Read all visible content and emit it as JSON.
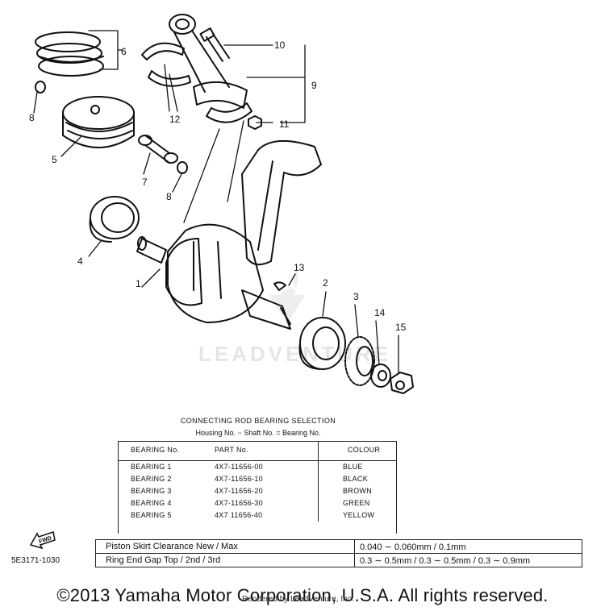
{
  "diagram": {
    "watermark": "LEADVENTURE",
    "callouts": [
      "1",
      "2",
      "3",
      "4",
      "5",
      "6",
      "7",
      "8",
      "8",
      "9",
      "10",
      "11",
      "12",
      "13",
      "14",
      "15"
    ]
  },
  "bearing_selection": {
    "title": "CONNECTING ROD BEARING SELECTION",
    "subtitle": "Housing No. − Shaft No. = Bearing No.",
    "headers": [
      "BEARING No.",
      "PART No.",
      "COLOUR"
    ],
    "rows": [
      {
        "bearing": "BEARING  1",
        "part": "4X7-11656-00",
        "colour": "BLUE"
      },
      {
        "bearing": "BEARING  2",
        "part": "4X7-11656-10",
        "colour": "BLACK"
      },
      {
        "bearing": "BEARING  3",
        "part": "4X7-11656-20",
        "colour": "BROWN"
      },
      {
        "bearing": "BEARING  4",
        "part": "4X7-11656-30",
        "colour": "GREEN"
      },
      {
        "bearing": "BEARING  5",
        "part": "4X7 11656-40",
        "colour": "YELLOW"
      }
    ]
  },
  "specs": [
    {
      "label": "Piston Skirt Clearance New / Max",
      "value": "0.040 ∼ 0.060mm / 0.1mm"
    },
    {
      "label": "Ring End Gap Top / 2nd / 3rd",
      "value": "0.3 ∼ 0.5mm / 0.3 ∼ 0.5mm / 0.3 ∼ 0.9mm"
    }
  ],
  "fwd_label": "FWD",
  "figure_code": "5E3171-1030",
  "copyright": "©2013 Yamaha Motor Corporation, U.S.A. All rights reserved.",
  "rendered_by": "Rendered by LeadVenture, Inc."
}
